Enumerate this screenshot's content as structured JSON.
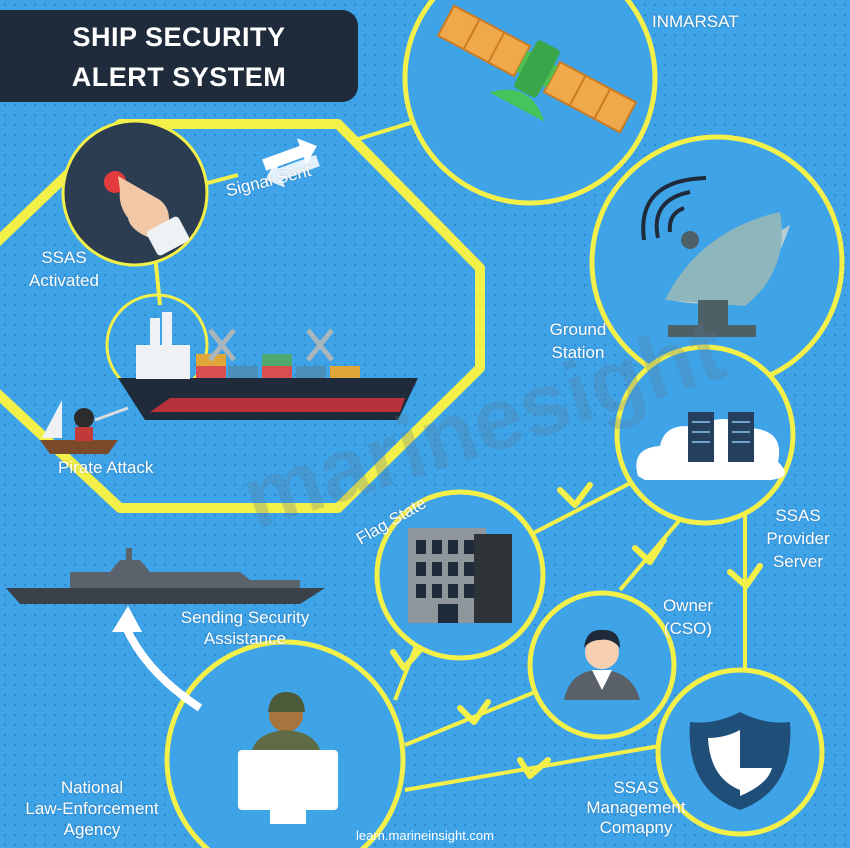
{
  "title": {
    "line1": "SHIP SECURITY",
    "line2": "ALERT SYSTEM"
  },
  "labels": {
    "inmarsat": "INMARSAT",
    "signal_sent": "Signal Sent",
    "ssas_activated_1": "SSAS",
    "ssas_activated_2": "Activated",
    "ground_station_1": "Ground",
    "ground_station_2": "Station",
    "pirate_attack": "Pirate Attack",
    "flag_state": "Flag State",
    "provider_1": "SSAS",
    "provider_2": "Provider",
    "provider_3": "Server",
    "owner_1": "Owner",
    "owner_2": "(CSO)",
    "sending_1": "Sending  Security",
    "sending_2": "Assistance",
    "national_1": "National",
    "national_2": "Law-Enforcement",
    "national_3": "Agency",
    "mgmt_1": "SSAS",
    "mgmt_2": "Management",
    "mgmt_3": "Comapny"
  },
  "watermark": "marinesight",
  "footer": "learn.marineinsight.com",
  "colors": {
    "background": "#3fa3e8",
    "accent": "#f4f04a",
    "title_box": "#1f2b3a"
  }
}
